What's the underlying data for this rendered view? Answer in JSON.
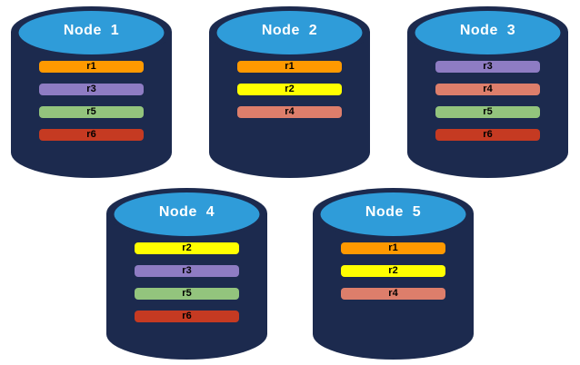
{
  "diagram": {
    "description": "Database nodes with replica placement",
    "background_color": "#ffffff"
  },
  "cylinder": {
    "body_color": "#1C2A4E",
    "top_color": "#2F9CD9"
  },
  "palette": {
    "r1": "#FF9900",
    "r2": "#FFFF00",
    "r3": "#8E7CC3",
    "r4": "#DD7E6B",
    "r5": "#93C47D",
    "r6": "#C53A22"
  },
  "nodes": [
    {
      "label": "Node  1",
      "replicas": [
        "r1",
        "r3",
        "r5",
        "r6"
      ]
    },
    {
      "label": "Node  2",
      "replicas": [
        "r1",
        "r2",
        "r4"
      ]
    },
    {
      "label": "Node  3",
      "replicas": [
        "r3",
        "r4",
        "r5",
        "r6"
      ]
    },
    {
      "label": "Node  4",
      "replicas": [
        "r2",
        "r3",
        "r5",
        "r6"
      ]
    },
    {
      "label": "Node  5",
      "replicas": [
        "r1",
        "r2",
        "r4"
      ]
    }
  ],
  "rows": [
    [
      0,
      1,
      2
    ],
    [
      3,
      4
    ]
  ]
}
